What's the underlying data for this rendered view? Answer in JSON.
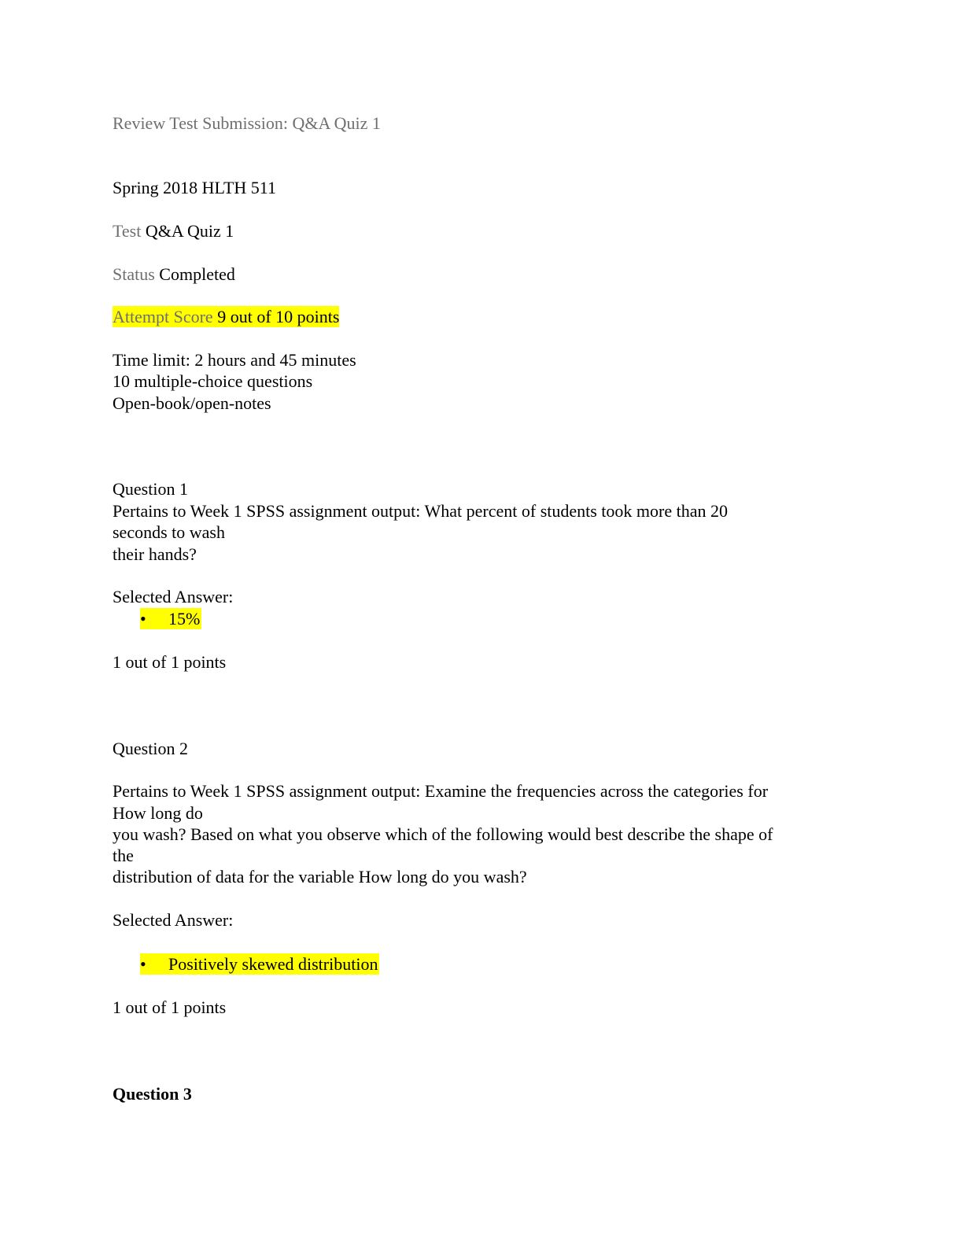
{
  "header": {
    "title": "Review Test Submission: Q&A Quiz 1",
    "course": "Spring 2018 HLTH 511",
    "test_label": "Test",
    "test_value": "Q&A Quiz 1",
    "status_label": "Status",
    "status_value": "Completed",
    "score_label": "Attempt Score",
    "score_value": "9 out of 10 points"
  },
  "instructions": [
    "Time limit: 2 hours and 45 minutes",
    "10 multiple-choice questions",
    "Open-book/open-notes"
  ],
  "questions": [
    {
      "title": "Question 1",
      "text_lines": [
        "Pertains to Week 1 SPSS assignment output: What percent of students took more than 20",
        "seconds to wash",
        "their hands?"
      ],
      "selected_label": "Selected Answer:",
      "bullet": "•",
      "answer": "15%",
      "points": "1 out of 1 points"
    },
    {
      "title": "Question 2",
      "text_lines": [
        "Pertains to Week 1 SPSS assignment output: Examine the frequencies across the categories for",
        "How long do",
        "you wash? Based on what you observe which of the following would best describe the shape of",
        "the",
        "distribution of data for the variable How long do you wash?"
      ],
      "selected_label": "Selected Answer:",
      "bullet": "•",
      "answer": "Positively skewed distribution",
      "points": "1 out of 1 points"
    },
    {
      "title": "Question 3"
    }
  ],
  "colors": {
    "label_gray": "#6f6f6f",
    "highlight": "#ffff00"
  }
}
